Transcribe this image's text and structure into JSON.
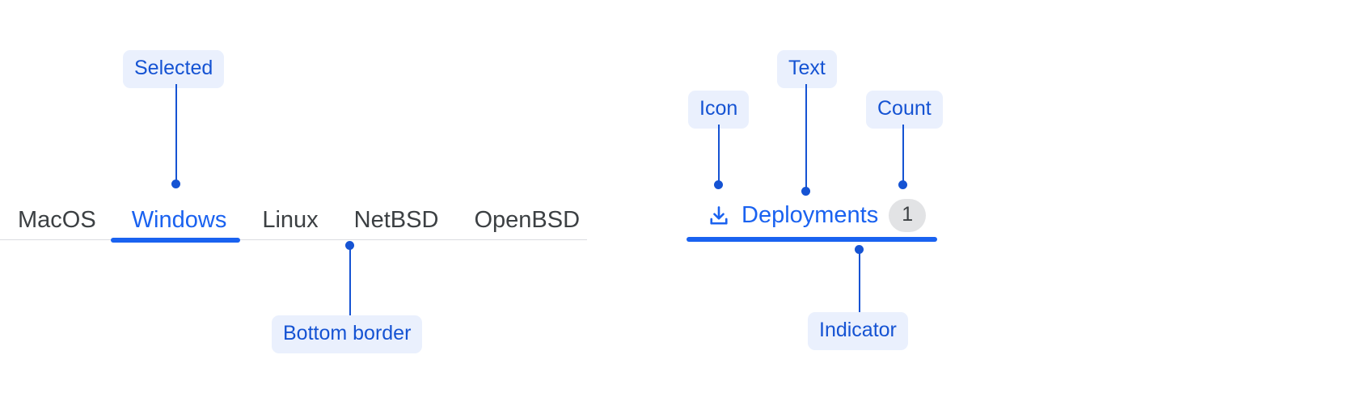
{
  "left_group": {
    "name": "os-tabs",
    "tabs": [
      {
        "label": "MacOS",
        "selected": false
      },
      {
        "label": "Windows",
        "selected": true
      },
      {
        "label": "Linux",
        "selected": false
      },
      {
        "label": "NetBSD",
        "selected": false
      },
      {
        "label": "OpenBSD",
        "selected": false
      }
    ],
    "selected_tab": "Windows",
    "colors": {
      "selected_text": "#1a62f0",
      "unselected_text": "#3c4043",
      "underline": "#1a62f0",
      "divider": "#dadce0"
    },
    "annotations": [
      {
        "label": "Selected",
        "target": "selected-tab"
      },
      {
        "label": "Bottom border",
        "target": "tabs-divider"
      }
    ]
  },
  "right_group": {
    "name": "deployments-tab",
    "tab": {
      "icon": "download-icon",
      "label": "Deployments",
      "count": "1",
      "selected": true
    },
    "colors": {
      "text": "#1a62f0",
      "icon": "#1a62f0",
      "indicator": "#1a62f0",
      "badge_background": "#e2e3e5",
      "badge_text": "#3c4043"
    },
    "annotations": [
      {
        "label": "Icon",
        "target": "deployments-icon"
      },
      {
        "label": "Text",
        "target": "deployments-label"
      },
      {
        "label": "Count",
        "target": "deployments-count-badge"
      },
      {
        "label": "Indicator",
        "target": "deployments-indicator"
      }
    ]
  },
  "annotation_style": {
    "pill_background": "#eaf0fd",
    "pill_text": "#1553d3",
    "line": "#1553d3"
  }
}
